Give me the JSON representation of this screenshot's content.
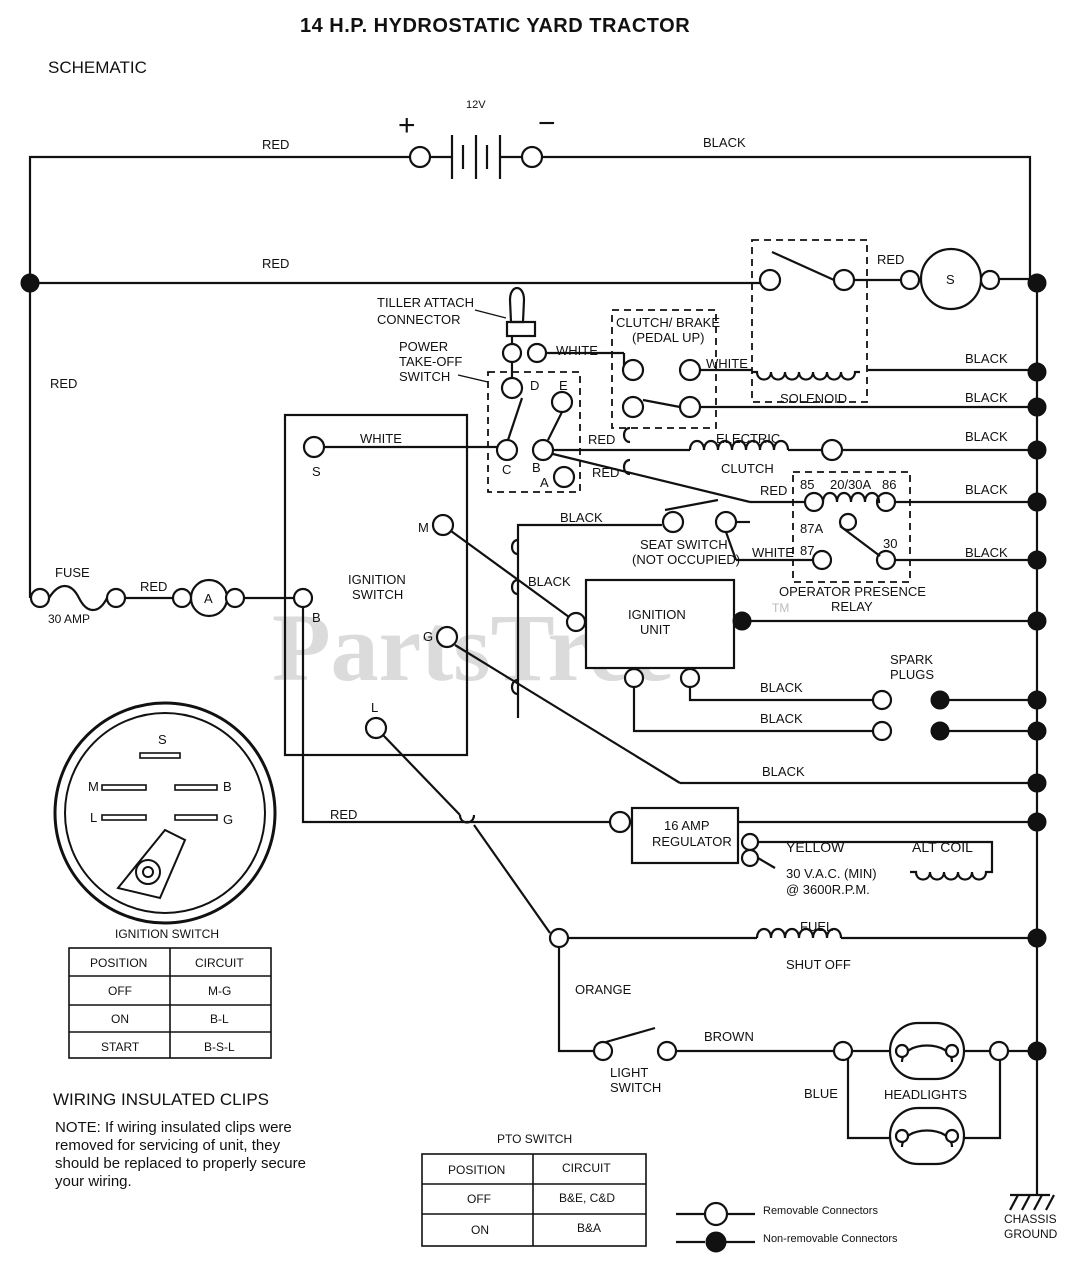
{
  "title": "14 H.P. HYDROSTATIC YARD TRACTOR",
  "subtitle": "SCHEMATIC",
  "watermark": "PartsTree",
  "watermark_tm": "TM",
  "battery": {
    "label": "12V",
    "plus": "+",
    "minus": "−"
  },
  "wires": {
    "red": "RED",
    "black": "BLACK",
    "white": "WHITE",
    "yellow": "YELLOW",
    "orange": "ORANGE",
    "brown": "BROWN",
    "blue": "BLUE"
  },
  "components": {
    "starter": "S",
    "ammeter": "A",
    "tiller_connector": [
      "TILLER ATTACH",
      "CONNECTOR"
    ],
    "pto_switch_label": [
      "POWER",
      "TAKE-OFF",
      "SWITCH"
    ],
    "pto_terminals": {
      "a": "A",
      "b": "B",
      "c": "C",
      "d": "D",
      "e": "E"
    },
    "clutch_brake": [
      "CLUTCH/ BRAKE",
      "(PEDAL UP)"
    ],
    "solenoid": "SOLENOID",
    "electric_clutch": [
      "ELECTRIC",
      "CLUTCH"
    ],
    "relay_label": [
      "OPERATOR PRESENCE",
      "RELAY"
    ],
    "relay_terminals": {
      "t85": "85",
      "t2030": "20/30A",
      "t86": "86",
      "t87a": "87A",
      "t87": "87",
      "t30": "30"
    },
    "seat_switch": [
      "SEAT SWITCH",
      "(NOT OCCUPIED)"
    ],
    "fuse": [
      "FUSE",
      "30 AMP"
    ],
    "ignition_switch": [
      "IGNITION",
      "SWITCH"
    ],
    "ignition_terminals": {
      "s": "S",
      "m": "M",
      "b": "B",
      "g": "G",
      "l": "L"
    },
    "ignition_unit": [
      "IGNITION",
      "UNIT"
    ],
    "spark_plugs": [
      "SPARK",
      "PLUGS"
    ],
    "regulator": [
      "16 AMP",
      "REGULATOR"
    ],
    "alt_coil": "ALT COIL",
    "alt_note": [
      "30 V.A.C. (MIN)",
      "@ 3600R.P.M."
    ],
    "fuel_shutoff": [
      "FUEL",
      "SHUT OFF"
    ],
    "light_switch": [
      "LIGHT",
      "SWITCH"
    ],
    "headlights": "HEADLIGHTS",
    "chassis_ground": [
      "CHASSIS",
      "GROUND"
    ]
  },
  "ignition_switch_face": {
    "s": "S",
    "m": "M",
    "b": "B",
    "l": "L",
    "g": "G"
  },
  "ignition_table": {
    "title": "IGNITION SWITCH",
    "headers": [
      "POSITION",
      "CIRCUIT"
    ],
    "rows": [
      [
        "OFF",
        "M-G"
      ],
      [
        "ON",
        "B-L"
      ],
      [
        "START",
        "B-S-L"
      ]
    ]
  },
  "pto_table": {
    "title": "PTO SWITCH",
    "headers": [
      "POSITION",
      "CIRCUIT"
    ],
    "rows": [
      [
        "OFF",
        "B&E, C&D"
      ],
      [
        "ON",
        "B&A"
      ]
    ]
  },
  "notes": {
    "heading": "WIRING INSULATED CLIPS",
    "lines": [
      "NOTE: If wiring insulated clips were",
      "removed for servicing of unit, they",
      "should be replaced to properly secure",
      "your wiring."
    ]
  },
  "legend": {
    "removable": "Removable Connectors",
    "non_removable": "Non-removable Connectors"
  }
}
